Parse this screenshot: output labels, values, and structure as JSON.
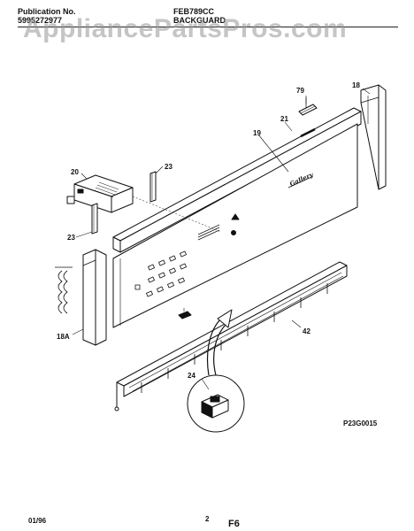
{
  "header": {
    "publication_label": "Publication No.",
    "publication_number": "5995272977",
    "model": "FEB789CC",
    "section": "BACKGUARD",
    "watermark": "AppliancePartsPros.com"
  },
  "callouts": {
    "part_79": "79",
    "part_18": "18",
    "part_21": "21",
    "part_19": "19",
    "part_20": "20",
    "part_23_top": "23",
    "part_23_bottom": "23",
    "part_18a": "18A",
    "part_42": "42",
    "part_24": "24"
  },
  "panel_badge": "Gallery",
  "diagram_code": "P23G0015",
  "footer": {
    "date": "01/96",
    "page": "2",
    "figure": "F6"
  }
}
